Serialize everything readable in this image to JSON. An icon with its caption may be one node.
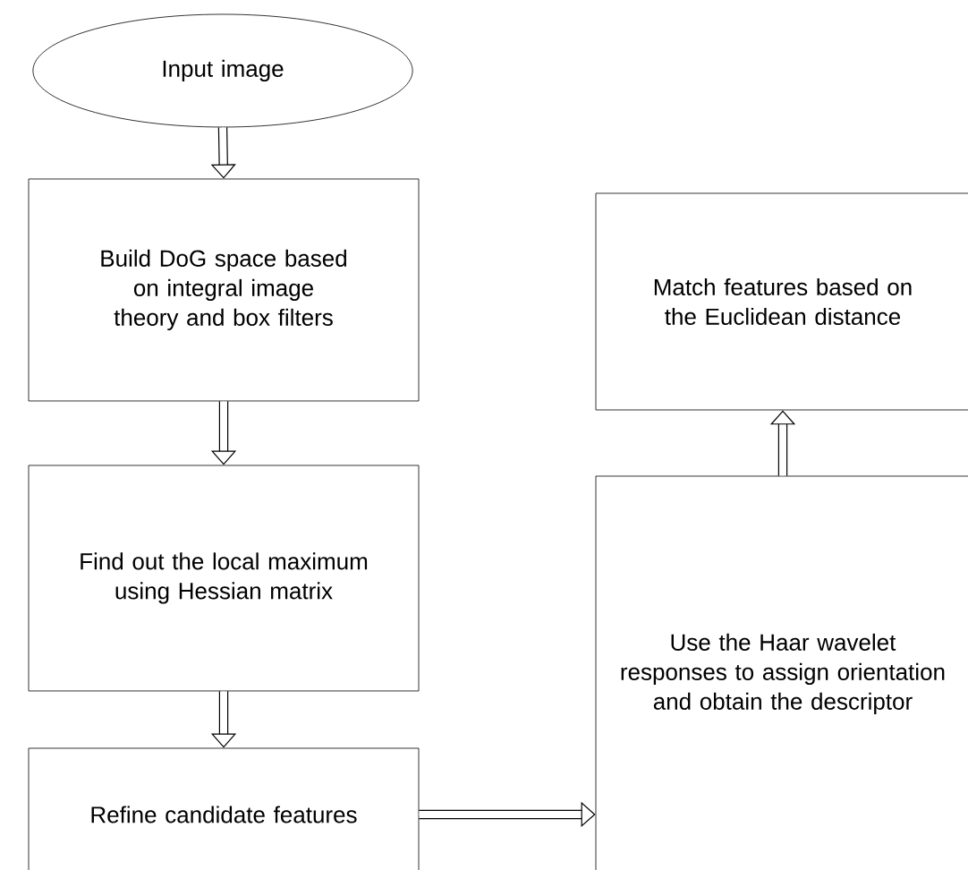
{
  "diagram": {
    "nodes": [
      {
        "text": [
          "Input image"
        ]
      },
      {
        "text": [
          "Build DoG space based on integral image theory and box filters"
        ]
      },
      {
        "text": [
          "Find out the local maximum using Hessian matrix"
        ]
      },
      {
        "text": [
          "Refine candidate features"
        ]
      },
      {
        "text": [
          "Use the Haar wavelet responses to assign orientation and obtain the descriptor"
        ]
      },
      {
        "text": [
          "Match features based on the Euclidean distance"
        ]
      }
    ],
    "edges": [
      {
        "from": 0,
        "to": 1,
        "arrow": "to"
      },
      {
        "from": 1,
        "to": 2,
        "arrow": "to"
      },
      {
        "from": 2,
        "to": 3,
        "arrow": "to"
      },
      {
        "from": 3,
        "to": 4,
        "arrow": "to"
      },
      {
        "from": 4,
        "to": 5,
        "arrow": "to"
      }
    ]
  }
}
